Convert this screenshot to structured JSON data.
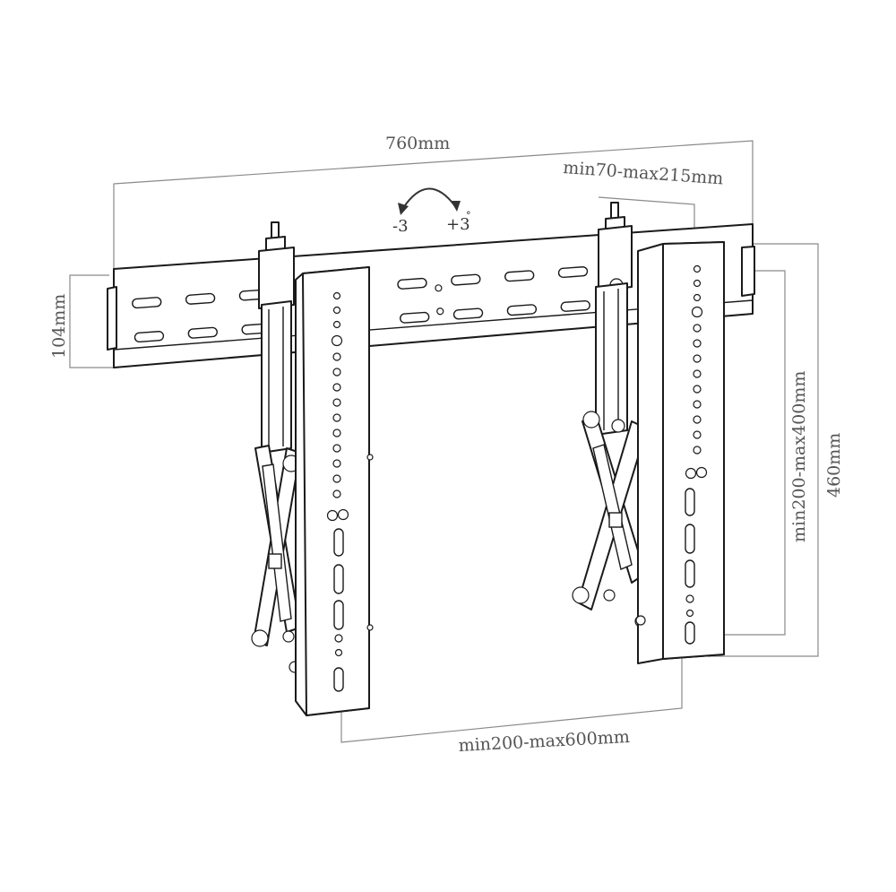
{
  "dimensions": {
    "width": "760mm",
    "height": "104mm",
    "depth": "min70-max215mm",
    "vertical_hole_range": "min200-max400mm",
    "arm_length": "460mm",
    "horizontal_range": "min200-max600mm"
  },
  "tilt": {
    "minus": "-3",
    "plus": "+3",
    "degree_mark": "°"
  },
  "colors": {
    "line": "#1a1a1a",
    "dimension": "#8a8a8a",
    "text": "#555555",
    "background": "#ffffff"
  }
}
